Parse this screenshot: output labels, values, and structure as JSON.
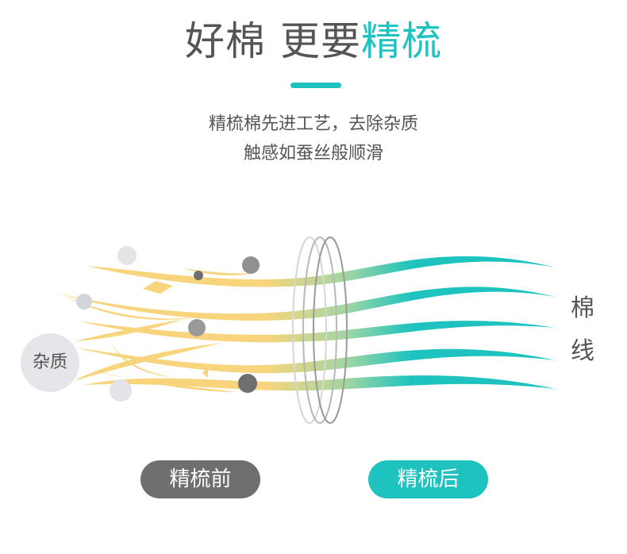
{
  "header": {
    "title_part1": "好棉",
    "title_part2": "更要",
    "title_accent": "精梳"
  },
  "description": {
    "line1": "精梳棉先进工艺，去除杂质",
    "line2": "触感如蚕丝般顺滑"
  },
  "illustration": {
    "impurity_label": "杂质",
    "cotton_label": "棉线"
  },
  "buttons": {
    "before_label": "精梳前",
    "after_label": "精梳后"
  },
  "colors": {
    "accent": "#1ec3c0",
    "raw_fiber": "#f8d57c",
    "text": "#555555",
    "before_pill": "#6f6f6f",
    "impurity_bubble": "#e6e6ea"
  }
}
